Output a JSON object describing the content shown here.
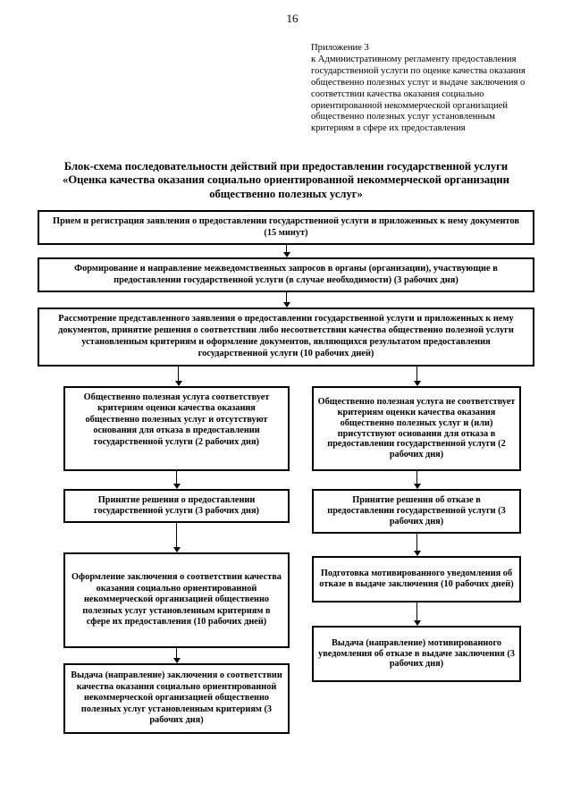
{
  "page": {
    "number": "16",
    "appendix": "Приложение 3\nк Административному регламенту предоставления\nгосударственной услуги по оценке качества оказания\nобщественно полезных услуг и выдаче заключения о\nсоответствии качества оказания социально\nориентированной некоммерческой организацией\nобщественно полезных услуг установленным\nкритериям в сфере их предоставления",
    "title": "Блок-схема последовательности действий при предоставлении государственной услуги\n«Оценка качества оказания социально ориентированной некоммерческой организации\nобщественно полезных услуг»"
  },
  "flowchart": {
    "boxes": [
      {
        "text": "Прием и регистрация заявления о предоставлении государственной услуги и приложенных к нему документов (15 минут)"
      },
      {
        "text": "Формирование и направление межведомственных запросов в органы (организации), участвующие в предоставлении государственной услуги (в случае необходимости) (3 рабочих дня)"
      },
      {
        "text": "Рассмотрение представленного заявления о предоставлении государственной услуги и приложенных к нему документов, принятие решения о соответствии либо несоответствии качества общественно полезной услуги установленным критериям и оформление документов, являющихся результатом предоставления государственной услуги (10 рабочих дней)"
      },
      {
        "text": "Общественно полезная услуга соответствует критериям оценки качества оказания общественно полезных услуг и отсутствуют основания для отказа в предоставлении государственной услуги (2 рабочих дня)"
      },
      {
        "text": "Общественно полезная услуга не соответствует критериям оценки качества оказания общественно полезных услуг и (или) присутствуют основания для отказа в предоставлении государственной услуги (2 рабочих дня)"
      },
      {
        "text": "Принятие решения о предоставлении государственной услуги (3 рабочих дня)"
      },
      {
        "text": "Принятие решения об отказе в предоставлении государственной услуги (3 рабочих дня)"
      },
      {
        "text": "Оформление заключения о соответствии качества оказания социально ориентированной некоммерческой организацией общественно полезных услуг установленным критериям в сфере их предоставления (10 рабочих дней)"
      },
      {
        "text": "Подготовка мотивированного уведомления об отказе в выдаче заключения (10 рабочих дней)"
      },
      {
        "text": "Выдача (направление) заключения о соответствии качества оказания социально ориентированной некоммерческой организацией общественно полезных услуг установленным критериям (3 рабочих дня)"
      },
      {
        "text": "Выдача (направление) мотивированного уведомления об отказе в выдаче заключения (3 рабочих дня)"
      }
    ]
  }
}
